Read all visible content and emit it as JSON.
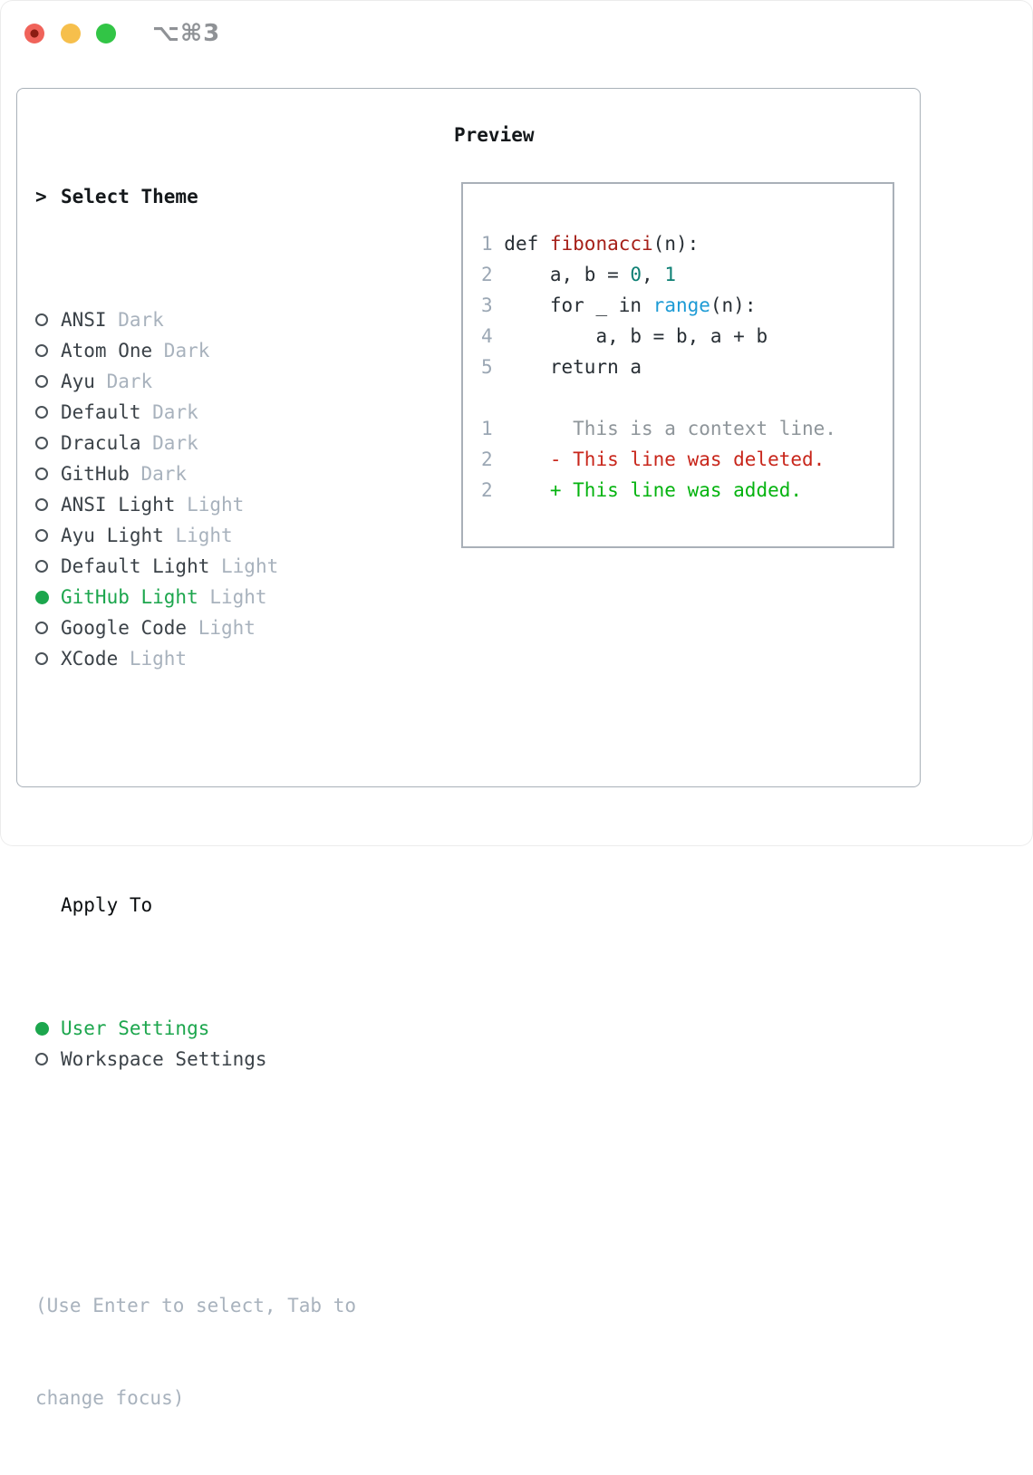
{
  "window": {
    "hotkey_label": "⌥⌘3"
  },
  "left_panel": {
    "title_prompt": ">",
    "title": "Select Theme",
    "themes": [
      {
        "name": "ANSI",
        "variant": "Dark",
        "selected": false
      },
      {
        "name": "Atom One",
        "variant": "Dark",
        "selected": false
      },
      {
        "name": "Ayu",
        "variant": "Dark",
        "selected": false
      },
      {
        "name": "Default",
        "variant": "Dark",
        "selected": false
      },
      {
        "name": "Dracula",
        "variant": "Dark",
        "selected": false
      },
      {
        "name": "GitHub",
        "variant": "Dark",
        "selected": false
      },
      {
        "name": "ANSI Light",
        "variant": "Light",
        "selected": false
      },
      {
        "name": "Ayu Light",
        "variant": "Light",
        "selected": false
      },
      {
        "name": "Default Light",
        "variant": "Light",
        "selected": false
      },
      {
        "name": "GitHub Light",
        "variant": "Light",
        "selected": true
      },
      {
        "name": "Google Code",
        "variant": "Light",
        "selected": false
      },
      {
        "name": "XCode",
        "variant": "Light",
        "selected": false
      }
    ],
    "apply_to": {
      "title": "Apply To",
      "options": [
        {
          "label": "User Settings",
          "selected": true
        },
        {
          "label": "Workspace Settings",
          "selected": false
        }
      ]
    },
    "hint_lines": [
      "(Use Enter to select, Tab to",
      "change focus)"
    ]
  },
  "preview": {
    "title": "Preview",
    "lines": [
      {
        "num": "1",
        "tokens": [
          {
            "text": "def ",
            "color": "fg"
          },
          {
            "text": "fibonacci",
            "color": "red"
          },
          {
            "text": "(n):",
            "color": "fg"
          }
        ]
      },
      {
        "num": "2",
        "tokens": [
          {
            "text": "    a, b = ",
            "color": "fg"
          },
          {
            "text": "0",
            "color": "teal"
          },
          {
            "text": ", ",
            "color": "fg"
          },
          {
            "text": "1",
            "color": "teal"
          }
        ]
      },
      {
        "num": "3",
        "tokens": [
          {
            "text": "    for _ in ",
            "color": "fg"
          },
          {
            "text": "range",
            "color": "blue"
          },
          {
            "text": "(n):",
            "color": "fg"
          }
        ]
      },
      {
        "num": "4",
        "tokens": [
          {
            "text": "        a, b = b, a + b",
            "color": "fg"
          }
        ]
      },
      {
        "num": "5",
        "tokens": [
          {
            "text": "    return a",
            "color": "fg"
          }
        ]
      },
      {
        "num": "",
        "tokens": []
      },
      {
        "num": "1",
        "tokens": [
          {
            "text": "      This is a context line.",
            "color": "ctx"
          }
        ]
      },
      {
        "num": "2",
        "tokens": [
          {
            "text": "    - This line was deleted.",
            "color": "del"
          }
        ]
      },
      {
        "num": "2",
        "tokens": [
          {
            "text": "    + This line was added.",
            "color": "add"
          }
        ]
      }
    ]
  },
  "colors": {
    "selected_green": "#1ca64d",
    "muted_gray": "#a8b2bd",
    "item_text": "#3b4248",
    "code_text": "#272e34",
    "function_red": "#a62019",
    "builtin_blue": "#1d9bd5",
    "number_teal": "#0c7f73",
    "diff_context_gray": "#8e959a",
    "diff_deleted_red": "#c8261b",
    "diff_added_green": "#04b30f",
    "line_number_gray": "#9ba7b4",
    "border_gray": "#a9b1b9",
    "traffic_red": "#f0635a",
    "traffic_yellow": "#f6bf4c",
    "traffic_green": "#32c546"
  }
}
